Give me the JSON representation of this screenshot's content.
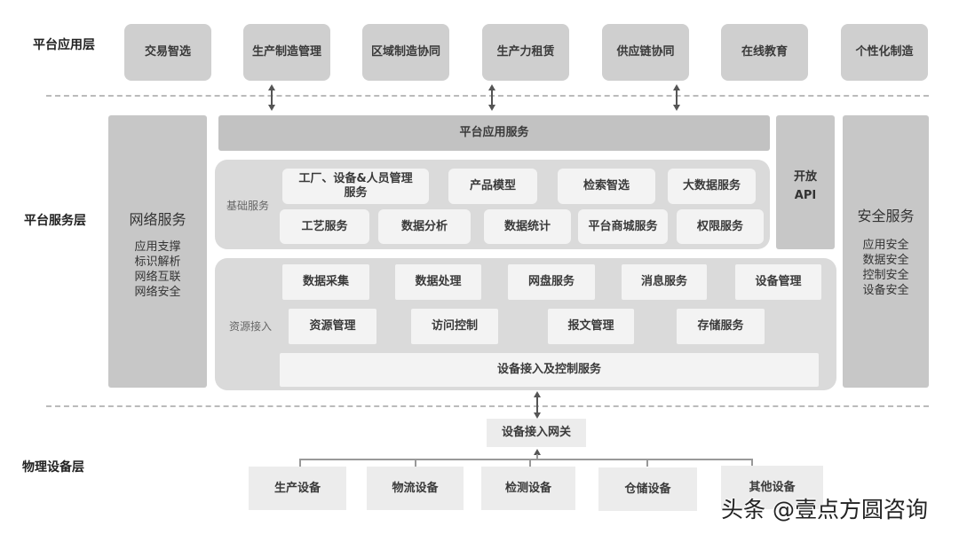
{
  "layers": {
    "app": "平台应用层",
    "service": "平台服务层",
    "physical": "物理设备层"
  },
  "app_layer": [
    "交易智选",
    "生产制造管理",
    "区域制造协同",
    "生产力租赁",
    "供应链协同",
    "在线教育",
    "个性化制造"
  ],
  "network": {
    "title": "网络服务",
    "items": [
      "应用支撑",
      "标识解析",
      "网络互联",
      "网络安全"
    ]
  },
  "security": {
    "title": "安全服务",
    "items": [
      "应用安全",
      "数据安全",
      "控制安全",
      "设备安全"
    ]
  },
  "platform_app_service": "平台应用服务",
  "open_api": {
    "line1": "开放",
    "line2": "API"
  },
  "basic": {
    "label": "基础服务",
    "row1": [
      "工厂、设备&人员管理服务",
      "产品模型",
      "检索智选",
      "大数据服务"
    ],
    "row2": [
      "工艺服务",
      "数据分析",
      "数据统计",
      "平台商城服务",
      "权限服务"
    ]
  },
  "resource": {
    "label": "资源接入",
    "row1": [
      "数据采集",
      "数据处理",
      "网盘服务",
      "消息服务",
      "设备管理"
    ],
    "row2": [
      "资源管理",
      "访问控制",
      "报文管理",
      "存储服务"
    ],
    "bottom": "设备接入及控制服务"
  },
  "gateway": "设备接入网关",
  "devices": [
    "生产设备",
    "物流设备",
    "检测设备",
    "仓储设备",
    "其他设备"
  ],
  "watermark": "头条 @壹点方圆咨询"
}
